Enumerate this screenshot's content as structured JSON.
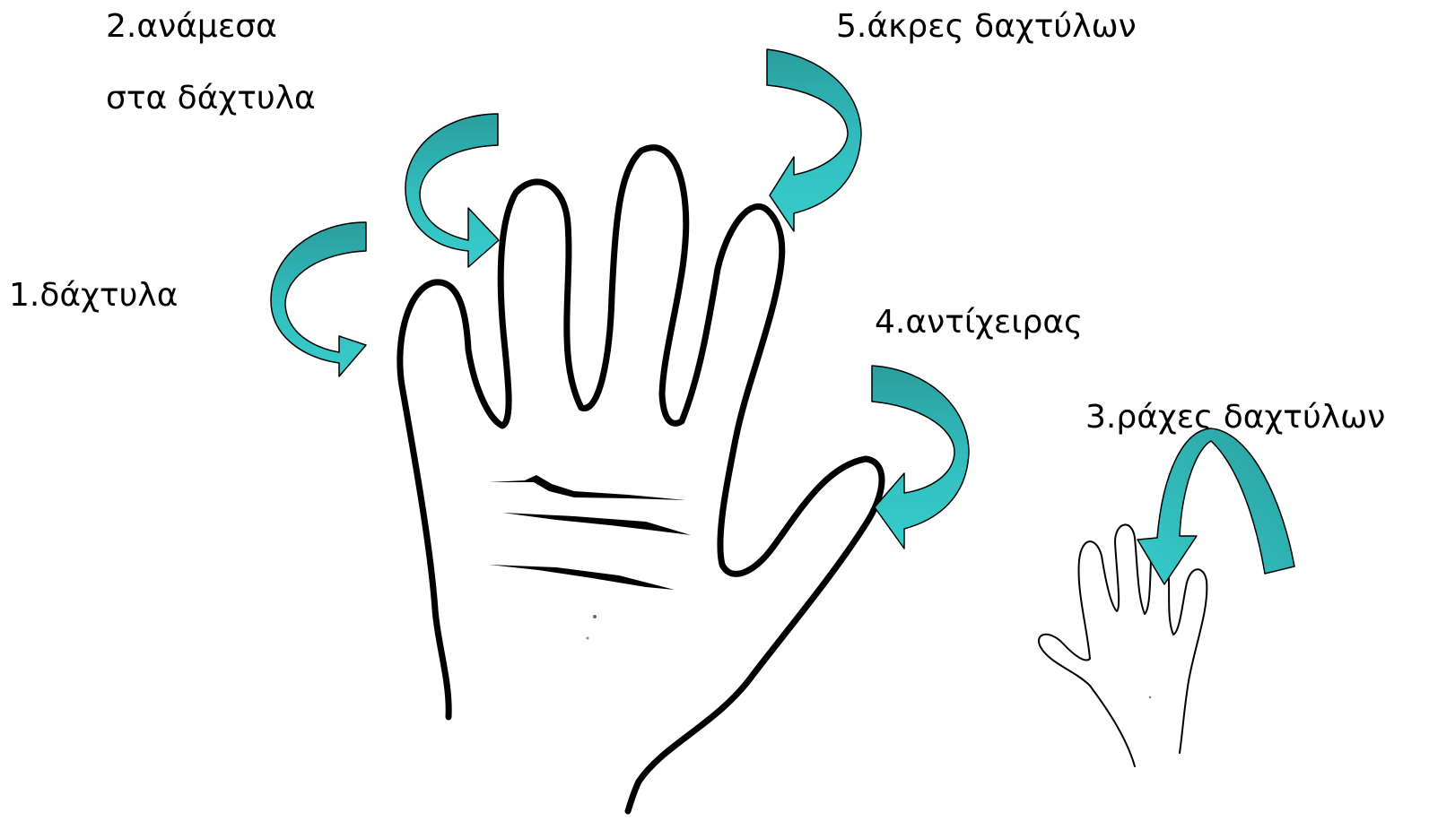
{
  "labels": {
    "step1": "1.δάχτυλα",
    "step2_line1": "2.ανάμεσα",
    "step2_line2": "στα δάχτυλα",
    "step3": "3.ράχες δαχτύλων",
    "step4": "4.αντίχειρας",
    "step5": "5.άκρες δαχτύλων"
  },
  "colors": {
    "arrow_light": "#37CCCC",
    "arrow_dark": "#2A9E9E",
    "outline": "#000000"
  }
}
